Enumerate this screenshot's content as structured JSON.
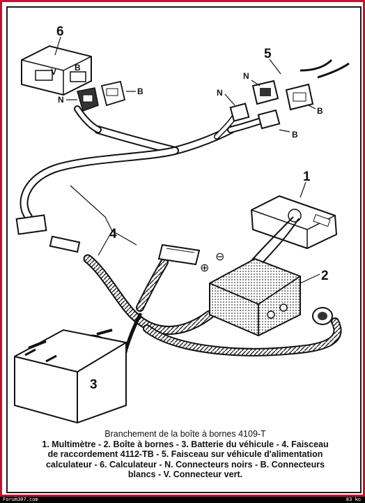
{
  "labels": {
    "multimeter": "1",
    "terminal_box": "2",
    "battery": "3",
    "harness": "4",
    "vehicle_harness": "5",
    "ecu": "6",
    "v": "V",
    "b": "B",
    "n": "N",
    "plus": "⊕",
    "minus": "⊖"
  },
  "caption": {
    "title": "Branchement de la boîte à bornes 4109-T",
    "legend_line1": "1. Multimètre - 2. Boîte à bornes - 3. Batterie du véhicule - 4. Faisceau",
    "legend_line2": "de raccordement 4112-TB - 5. Faisceau sur véhicule d'alimentation",
    "legend_line3": "calculateur - 6. Calculateur - N. Connecteurs noirs - B. Connecteurs",
    "legend_line4": "blancs - V. Connecteur vert."
  },
  "footer": {
    "site": "Forum307.com",
    "size": "83 ko"
  }
}
